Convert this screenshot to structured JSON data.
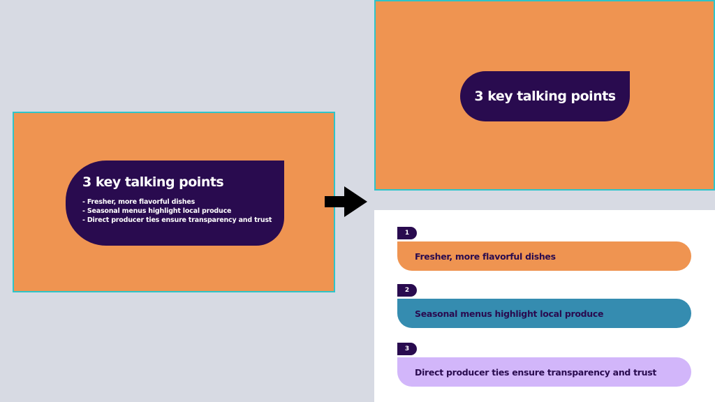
{
  "title": "3 key talking points",
  "points": [
    "Fresher, more flavorful dishes",
    "Seasonal menus highlight local produce",
    "Direct producer ties ensure transparency and trust"
  ],
  "bullets": [
    "- Fresher, more flavorful dishes",
    "- Seasonal menus highlight local produce",
    "- Direct producer ties ensure transparency and trust"
  ],
  "numbers": [
    "1",
    "2",
    "3"
  ],
  "colors": {
    "orange": "#ef9451",
    "teal": "#358cb0",
    "lavender": "#d2b6fa",
    "navy": "#290b4f"
  }
}
